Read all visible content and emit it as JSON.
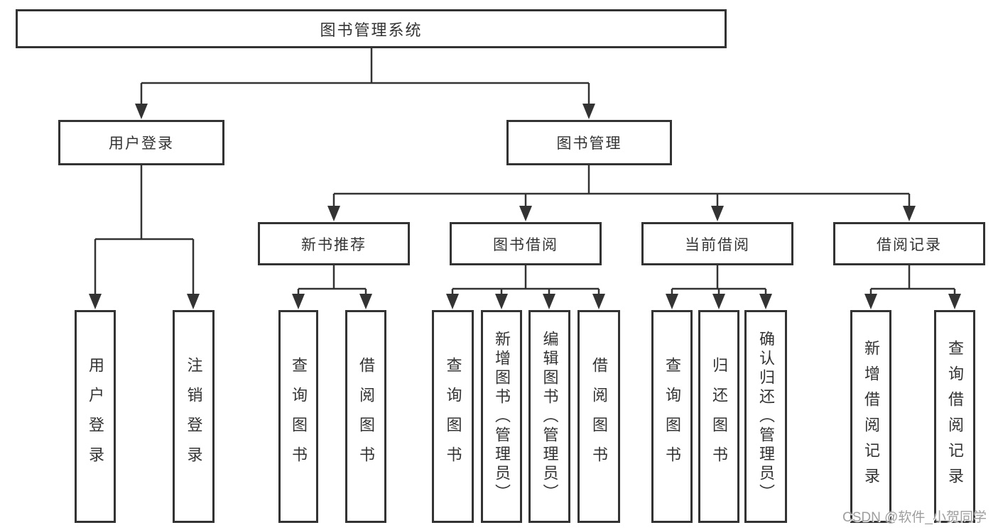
{
  "diagram": {
    "type": "hierarchy-flowchart",
    "colors": {
      "line": "#333333",
      "box_border": "#333333",
      "box_fill": "#ffffff",
      "text": "#333333",
      "background": "#ffffff",
      "watermark": "#9e9e9e"
    },
    "nodes": {
      "root": "图书管理系统",
      "user_login": "用户登录",
      "book_mgmt": "图书管理",
      "new_book": "新书推荐",
      "book_borrow": "图书借阅",
      "current_borrow": "当前借阅",
      "borrow_record": "借阅记录",
      "leaf_user_login": "用户登录",
      "leaf_logout": "注销登录",
      "leaf_nb_query": "查询图书",
      "leaf_nb_borrow": "借阅图书",
      "leaf_bb_query": "查询图书",
      "leaf_bb_add": "新增图书（管理员）",
      "leaf_bb_edit": "编辑图书（管理员）",
      "leaf_bb_borrow": "借阅图书",
      "leaf_cb_query": "查询图书",
      "leaf_cb_return": "归还图书",
      "leaf_cb_confirm": "确认归还（管理员）",
      "leaf_br_add": "新增借阅记录",
      "leaf_br_query": "查询借阅记录"
    },
    "edges": [
      {
        "from": "root",
        "to": [
          "user_login",
          "book_mgmt"
        ]
      },
      {
        "from": "user_login",
        "to": [
          "leaf_user_login",
          "leaf_logout"
        ]
      },
      {
        "from": "book_mgmt",
        "to": [
          "new_book",
          "book_borrow",
          "current_borrow",
          "borrow_record"
        ]
      },
      {
        "from": "new_book",
        "to": [
          "leaf_nb_query",
          "leaf_nb_borrow"
        ]
      },
      {
        "from": "book_borrow",
        "to": [
          "leaf_bb_query",
          "leaf_bb_add",
          "leaf_bb_edit",
          "leaf_bb_borrow"
        ]
      },
      {
        "from": "current_borrow",
        "to": [
          "leaf_cb_query",
          "leaf_cb_return",
          "leaf_cb_confirm"
        ]
      },
      {
        "from": "borrow_record",
        "to": [
          "leaf_br_add",
          "leaf_br_query"
        ]
      }
    ]
  },
  "watermark": {
    "text": "CSDN @软件_小贺同学"
  }
}
